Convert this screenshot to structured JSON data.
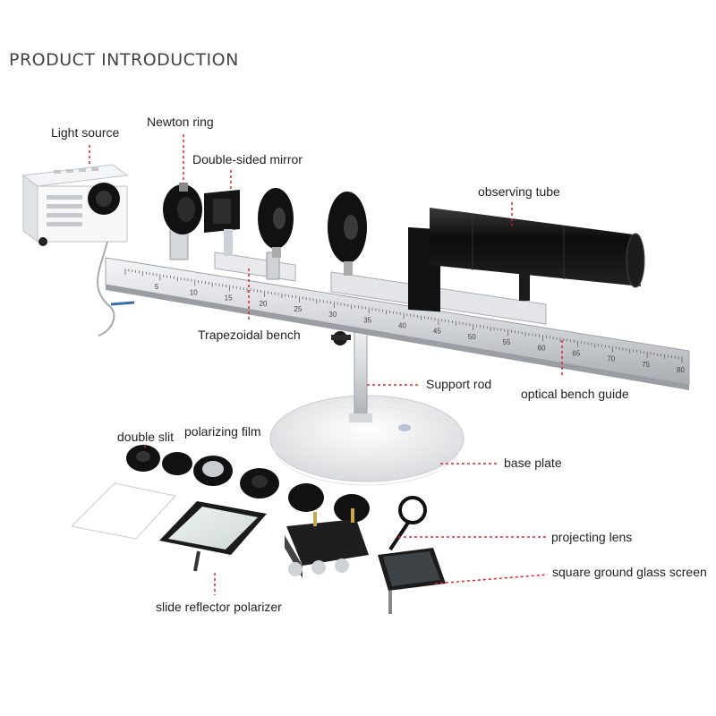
{
  "header": {
    "title": "PRODUCT INTRODUCTION"
  },
  "labels": {
    "light_source": "Light source",
    "newton_ring": "Newton ring",
    "double_sided_mirror": "Double-sided mirror",
    "observing_tube": "observing tube",
    "trapezoidal_bench": "Trapezoidal bench",
    "support_rod": "Support rod",
    "optical_bench_guide": "optical bench guide",
    "base_plate": "base plate",
    "double_slit": "double slit",
    "polarizing_film": "polarizing film",
    "projecting_lens": "projecting lens",
    "square_ground_glass_screen": "square ground glass screen",
    "slide_reflector_polarizer": "slide reflector polarizer"
  },
  "scale": {
    "ticks": [
      "5",
      "10",
      "15",
      "20",
      "25",
      "30",
      "35",
      "40",
      "45",
      "50",
      "55",
      "60",
      "65",
      "70",
      "75",
      "80"
    ]
  },
  "colors": {
    "leader_line": "#e8212b",
    "metal": "#cfd2d6",
    "black_part": "#111111"
  }
}
